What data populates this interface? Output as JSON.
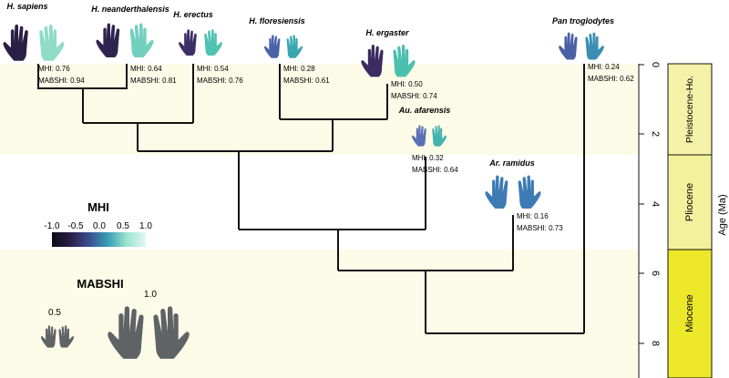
{
  "taxa": [
    {
      "id": "sapiens",
      "name": "H. sapiens",
      "mhi": "MHI: 0.76",
      "mabshi": "MABSHI: 0.94",
      "color_left": "#2a1f45",
      "color_right": "#8fdcc7"
    },
    {
      "id": "neanderthalensis",
      "name": "H. neanderthalensis",
      "mhi": "MHI: 0.64",
      "mabshi": "MABSHI: 0.81",
      "color_left": "#2f2450",
      "color_right": "#71d0bd"
    },
    {
      "id": "erectus",
      "name": "H. erectus",
      "mhi": "MHI: 0.54",
      "mabshi": "MABSHI: 0.76",
      "color_left": "#3c2f66",
      "color_right": "#4ec3b1"
    },
    {
      "id": "floresiensis",
      "name": "H. floresiensis",
      "mhi": "MHI: 0.28",
      "mabshi": "MABSHI: 0.61",
      "color_left": "#4a63a8",
      "color_right": "#3aa7b0"
    },
    {
      "id": "ergaster",
      "name": "H. ergaster",
      "mhi": "MHI: 0.50",
      "mabshi": "MABSHI: 0.74",
      "color_left": "#3a2c62",
      "color_right": "#4cbfae"
    },
    {
      "id": "afarensis",
      "name": "Au. afarensis",
      "mhi": "MHI: 0.32",
      "mabshi": "MABSHI: 0.64",
      "color_left": "#5a6fb6",
      "color_right": "#45b3ad"
    },
    {
      "id": "ramidus",
      "name": "Ar. ramidus",
      "mhi": "MHI: 0.16",
      "mabshi": "MABSHI: 0.73",
      "color_left": "#3e7bb5",
      "color_right": "#3e7bb5"
    },
    {
      "id": "troglodytes",
      "name": "Pan troglodytes",
      "mhi": "MHI: 0.24",
      "mabshi": "MABSHI: 0.62",
      "color_left": "#4b5fa5",
      "color_right": "#3a8fb3"
    }
  ],
  "axis": {
    "label": "Age (Ma)",
    "ticks": [
      "0",
      "2",
      "4",
      "6",
      "8"
    ],
    "epochs": [
      {
        "name": "Pleistocene-Ho.",
        "color": "#f4f2a8"
      },
      {
        "name": "Pliocene",
        "color": "#f3f19b"
      },
      {
        "name": "Miocene",
        "color": "#ede82a"
      }
    ]
  },
  "bands": {
    "pleistocene": "#fcfbe8",
    "pliocene": "#ffffff",
    "miocene": "#fcfbe8"
  },
  "legend_mhi": {
    "title": "MHI",
    "ticks": [
      "-1.0",
      "-0.5",
      "0.0",
      "0.5",
      "1.0"
    ],
    "gradient": [
      "#0d0a16",
      "#2a1f45",
      "#3b4f92",
      "#3aa0b4",
      "#9be4cf",
      "#e4f7ef"
    ]
  },
  "legend_mabshi": {
    "title": "MABSHI",
    "small_label": "0.5",
    "large_label": "1.0",
    "color": "#5f6366"
  }
}
